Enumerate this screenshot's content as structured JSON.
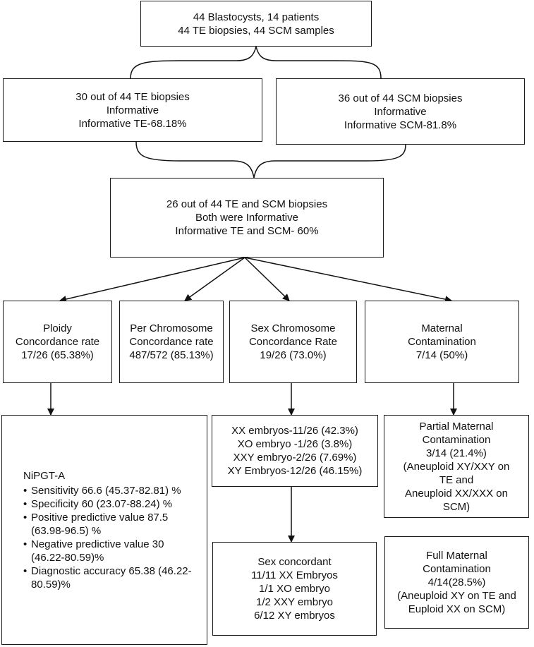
{
  "top": {
    "lines": [
      "44 Blastocysts, 14 patients",
      "44 TE biopsies, 44 SCM samples"
    ]
  },
  "te": {
    "lines": [
      "30 out of 44 TE biopsies",
      "Informative",
      "Informative TE-68.18%"
    ]
  },
  "scm": {
    "lines": [
      "36 out of 44 SCM biopsies",
      "Informative",
      "Informative SCM-81.8%"
    ]
  },
  "both": {
    "lines": [
      "26 out of 44 TE and SCM biopsies",
      "Both were Informative",
      "Informative TE and SCM- 60%"
    ]
  },
  "ploidy": {
    "lines": [
      "Ploidy",
      "Concordance rate",
      "17/26 (65.38%)"
    ]
  },
  "per_chrom": {
    "lines": [
      "Per Chromosome",
      "Concordance rate",
      "487/572 (85.13%)"
    ]
  },
  "sex_chrom": {
    "lines": [
      "Sex Chromosome",
      "Concordance Rate",
      "19/26 (73.0%)"
    ]
  },
  "maternal": {
    "lines": [
      "Maternal",
      "Contamination",
      "7/14 (50%)"
    ]
  },
  "nipgt": {
    "title": "NiPGT-A",
    "bullets": [
      "Sensitivity 66.6 (45.37-82.81) %",
      "Specificity 60 (23.07-88.24) %",
      "Positive predictive value 87.5 (63.98-96.5) %",
      "Negative predictive value 30 (46.22-80.59)%",
      "Diagnostic accuracy 65.38 (46.22-80.59)%"
    ]
  },
  "sex_breakdown": {
    "lines": [
      "XX embryos-11/26 (42.3%)",
      "XO embryo -1/26 (3.8%)",
      "XXY embryo-2/26 (7.69%)",
      "XY Embryos-12/26 (46.15%)"
    ]
  },
  "sex_concordant": {
    "lines": [
      "Sex concordant",
      "11/11 XX Embryos",
      "1/1 XO embryo",
      "1/2 XXY embryo",
      "6/12 XY embryos"
    ]
  },
  "partial": {
    "lines": [
      "Partial Maternal",
      "Contamination",
      "3/14 (21.4%)",
      "(Aneuploid XY/XXY on",
      "TE and",
      "Aneuploid XX/XXX on",
      "SCM)"
    ]
  },
  "full": {
    "lines": [
      "Full Maternal",
      "Contamination",
      "4/14(28.5%)",
      "(Aneuploid XY on TE and",
      "Euploid XX on SCM)"
    ]
  }
}
